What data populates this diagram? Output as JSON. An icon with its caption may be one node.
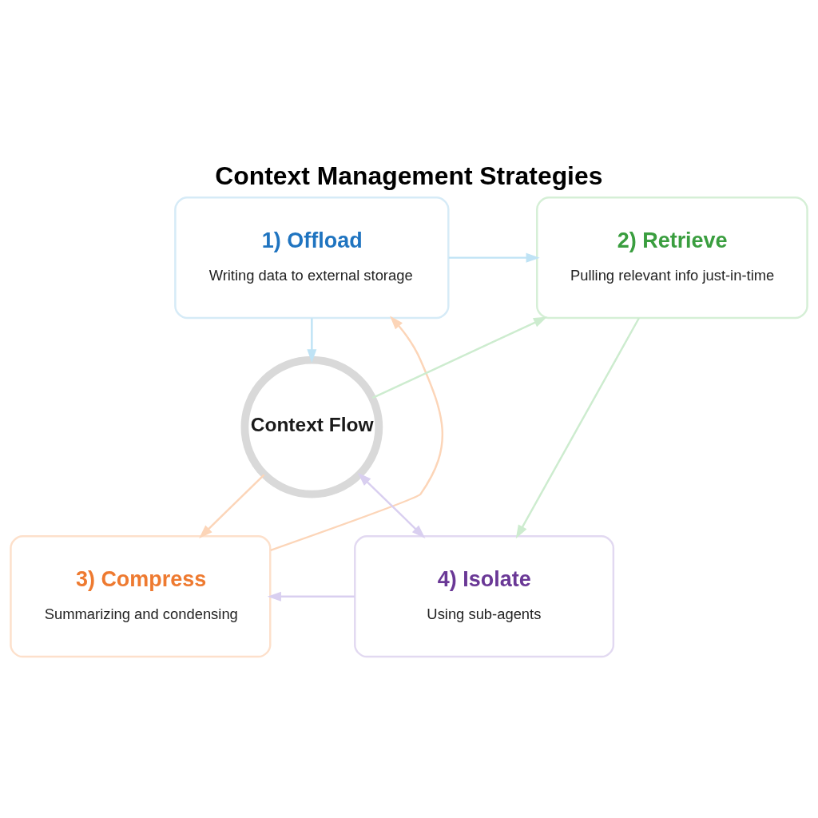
{
  "diagram": {
    "title": "Context Management Strategies",
    "nodes": [
      {
        "text": [
          "1) Offload",
          "Writing data to external storage"
        ]
      },
      {
        "text": [
          "2) Retrieve",
          "Pulling relevant info just-in-time"
        ]
      },
      {
        "text": [
          "3) Compress",
          "Summarizing and condensing"
        ]
      },
      {
        "text": [
          "4) Isolate",
          "Using sub-agents"
        ]
      },
      {
        "text": [
          "Context Flow"
        ]
      }
    ],
    "edges": [
      {
        "from": 0,
        "to": 4,
        "arrow": "to",
        "color": "#bfe3f5"
      },
      {
        "from": 4,
        "to": 1,
        "arrow": "to",
        "color": "#cdeccf"
      },
      {
        "from": 4,
        "to": 2,
        "arrow": "to",
        "color": "#fcd5b8"
      },
      {
        "from": 4,
        "to": 3,
        "arrow": "both",
        "color": "#d9cff0"
      },
      {
        "from": 0,
        "to": 1,
        "arrow": "to",
        "color": "#bfe3f5"
      },
      {
        "from": 1,
        "to": 3,
        "arrow": "to",
        "color": "#cdeccf"
      },
      {
        "from": 3,
        "to": 2,
        "arrow": "to",
        "color": "#d9cff0"
      },
      {
        "from": 2,
        "to": 0,
        "arrow": "to",
        "color": "#fcd5b8"
      }
    ]
  }
}
